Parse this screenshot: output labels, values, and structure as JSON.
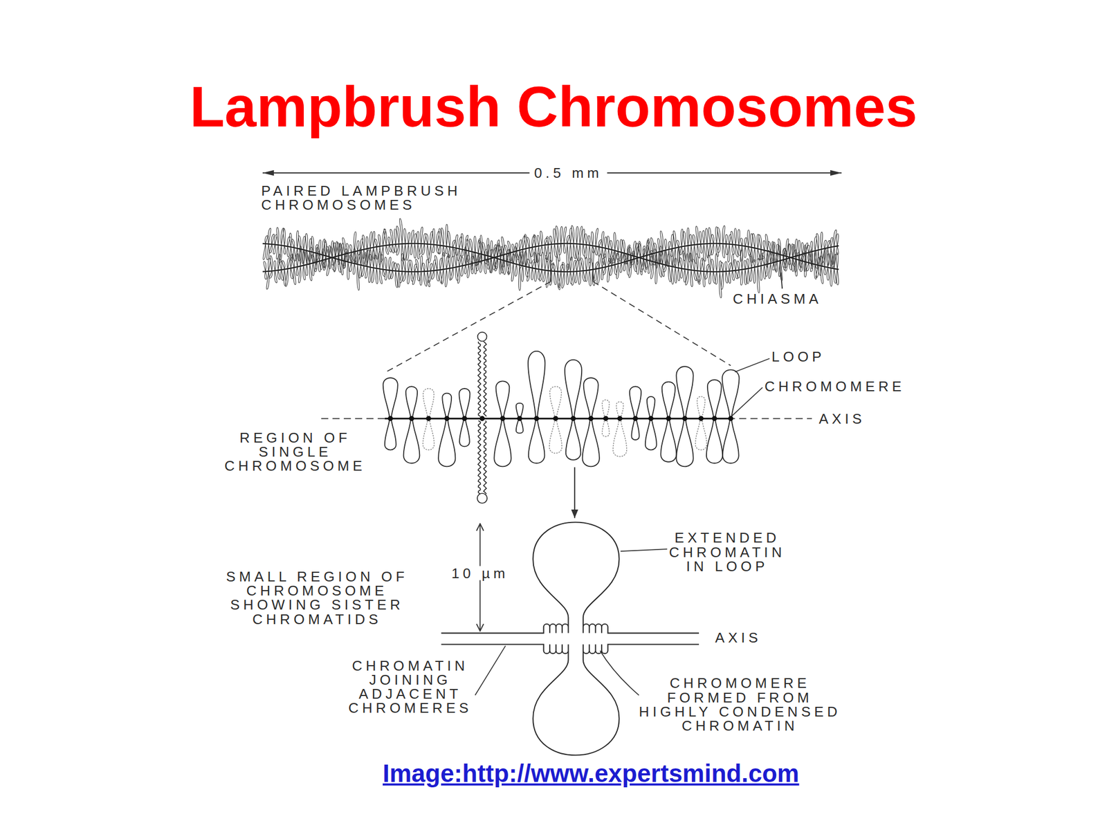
{
  "diagram": {
    "title": "Lampbrush Chromosomes",
    "caption": "Image:http://www.expertsmind.com",
    "labels": [
      "0.5 mm",
      "PAIRED LAMPBRUSH CHROMOSOMES",
      "CHIASMA",
      "LOOP",
      "CHROMOMERE",
      "REGION OF SINGLE CHROMOSOME",
      "AXIS",
      "EXTENDED CHROMATIN IN LOOP",
      "SMALL REGION OF CHROMOSOME SHOWING SISTER CHROMATIDS",
      "10 µm",
      "AXIS",
      "CHROMATIN JOINING ADJACENT CHROMERES",
      "CHROMOMERE FORMED FROM HIGHLY CONDENSED CHROMATIN"
    ]
  }
}
